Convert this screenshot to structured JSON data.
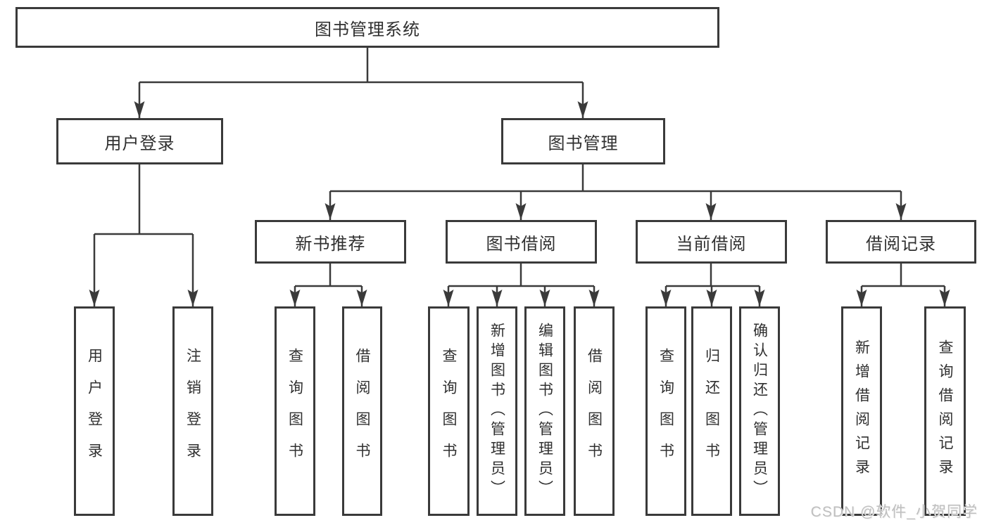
{
  "tree": {
    "label": "图书管理系统",
    "children": [
      {
        "label": "用户登录",
        "children": [
          {
            "label": "用户登录"
          },
          {
            "label": "注销登录"
          }
        ]
      },
      {
        "label": "图书管理",
        "children": [
          {
            "label": "新书推荐",
            "children": [
              {
                "label": "查询图书"
              },
              {
                "label": "借阅图书"
              }
            ]
          },
          {
            "label": "图书借阅",
            "children": [
              {
                "label": "查询图书"
              },
              {
                "label": "新增图书（管理员）"
              },
              {
                "label": "编辑图书（管理员）"
              },
              {
                "label": "借阅图书"
              }
            ]
          },
          {
            "label": "当前借阅",
            "children": [
              {
                "label": "查询图书"
              },
              {
                "label": "归还图书"
              },
              {
                "label": "确认归还（管理员）"
              }
            ]
          },
          {
            "label": "借阅记录",
            "children": [
              {
                "label": "新增借阅记录"
              },
              {
                "label": "查询借阅记录"
              }
            ]
          }
        ]
      }
    ]
  },
  "watermark": "CSDN @软件_小贺同学",
  "colors": {
    "line": "#3a3a3a",
    "text": "#303030",
    "box_background": "#ffffff",
    "watermark": "#bfbfbf",
    "background": "#ffffff"
  }
}
